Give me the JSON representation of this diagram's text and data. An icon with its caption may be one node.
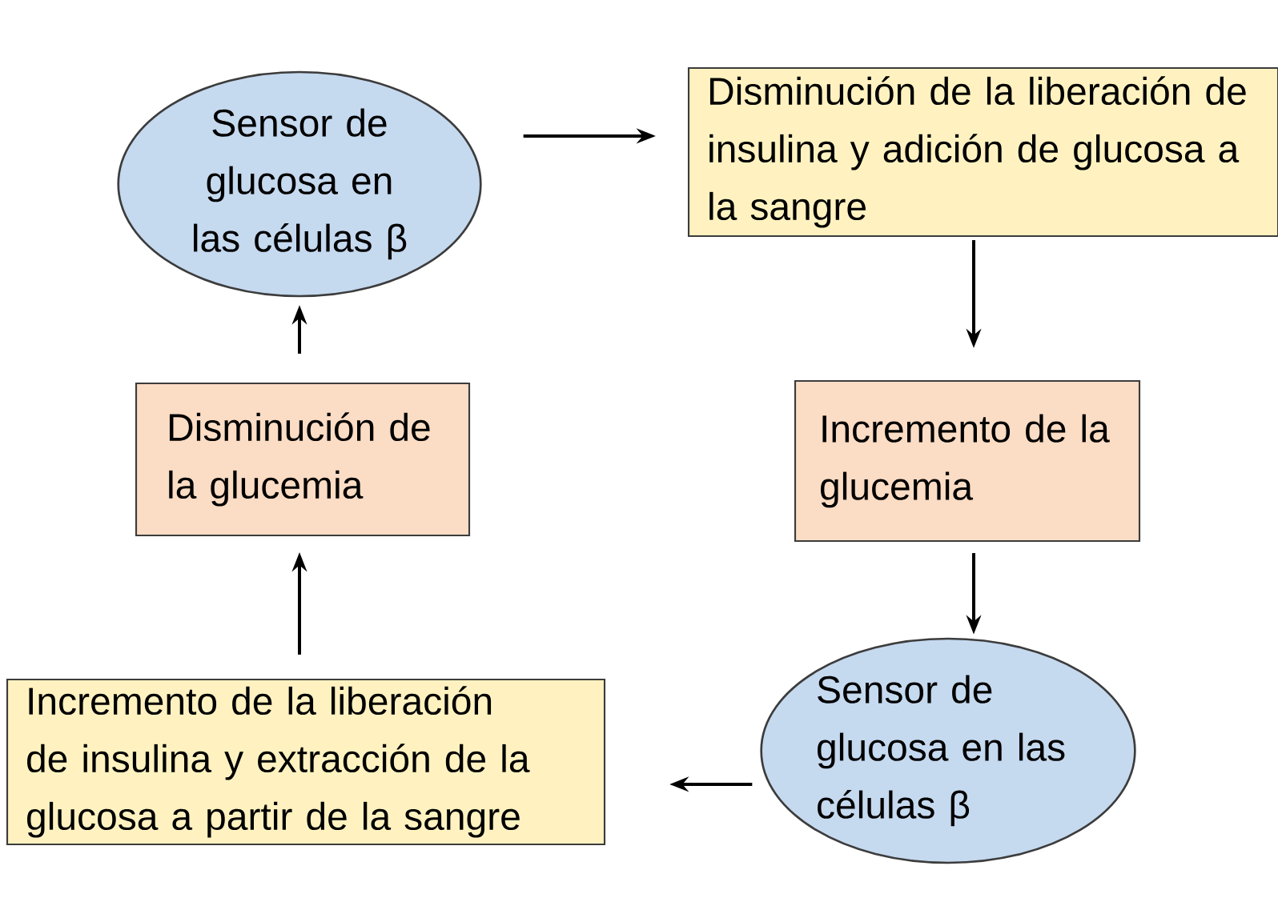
{
  "diagram": {
    "nodes": [
      {
        "text": [
          "Sensor de glucosa en las células β"
        ]
      },
      {
        "text": [
          "Disminución de la liberación de insulina y adición de glucosa a la sangre"
        ]
      },
      {
        "text": [
          "Incremento de la glucemia"
        ]
      },
      {
        "text": [
          "Sensor de glucosa en las células β"
        ]
      },
      {
        "text": [
          "Incremento de la liberación de insulina y extracción de la glucosa a partir de la sangre"
        ]
      },
      {
        "text": [
          "Disminución de la glucemia"
        ]
      }
    ],
    "edges": [
      {
        "from": 0,
        "to": 1,
        "arrow": "to"
      },
      {
        "from": 1,
        "to": 2,
        "arrow": "to"
      },
      {
        "from": 2,
        "to": 3,
        "arrow": "to"
      },
      {
        "from": 3,
        "to": 4,
        "arrow": "to"
      },
      {
        "from": 4,
        "to": 5,
        "arrow": "to"
      },
      {
        "from": 5,
        "to": 0,
        "arrow": "to"
      }
    ]
  }
}
